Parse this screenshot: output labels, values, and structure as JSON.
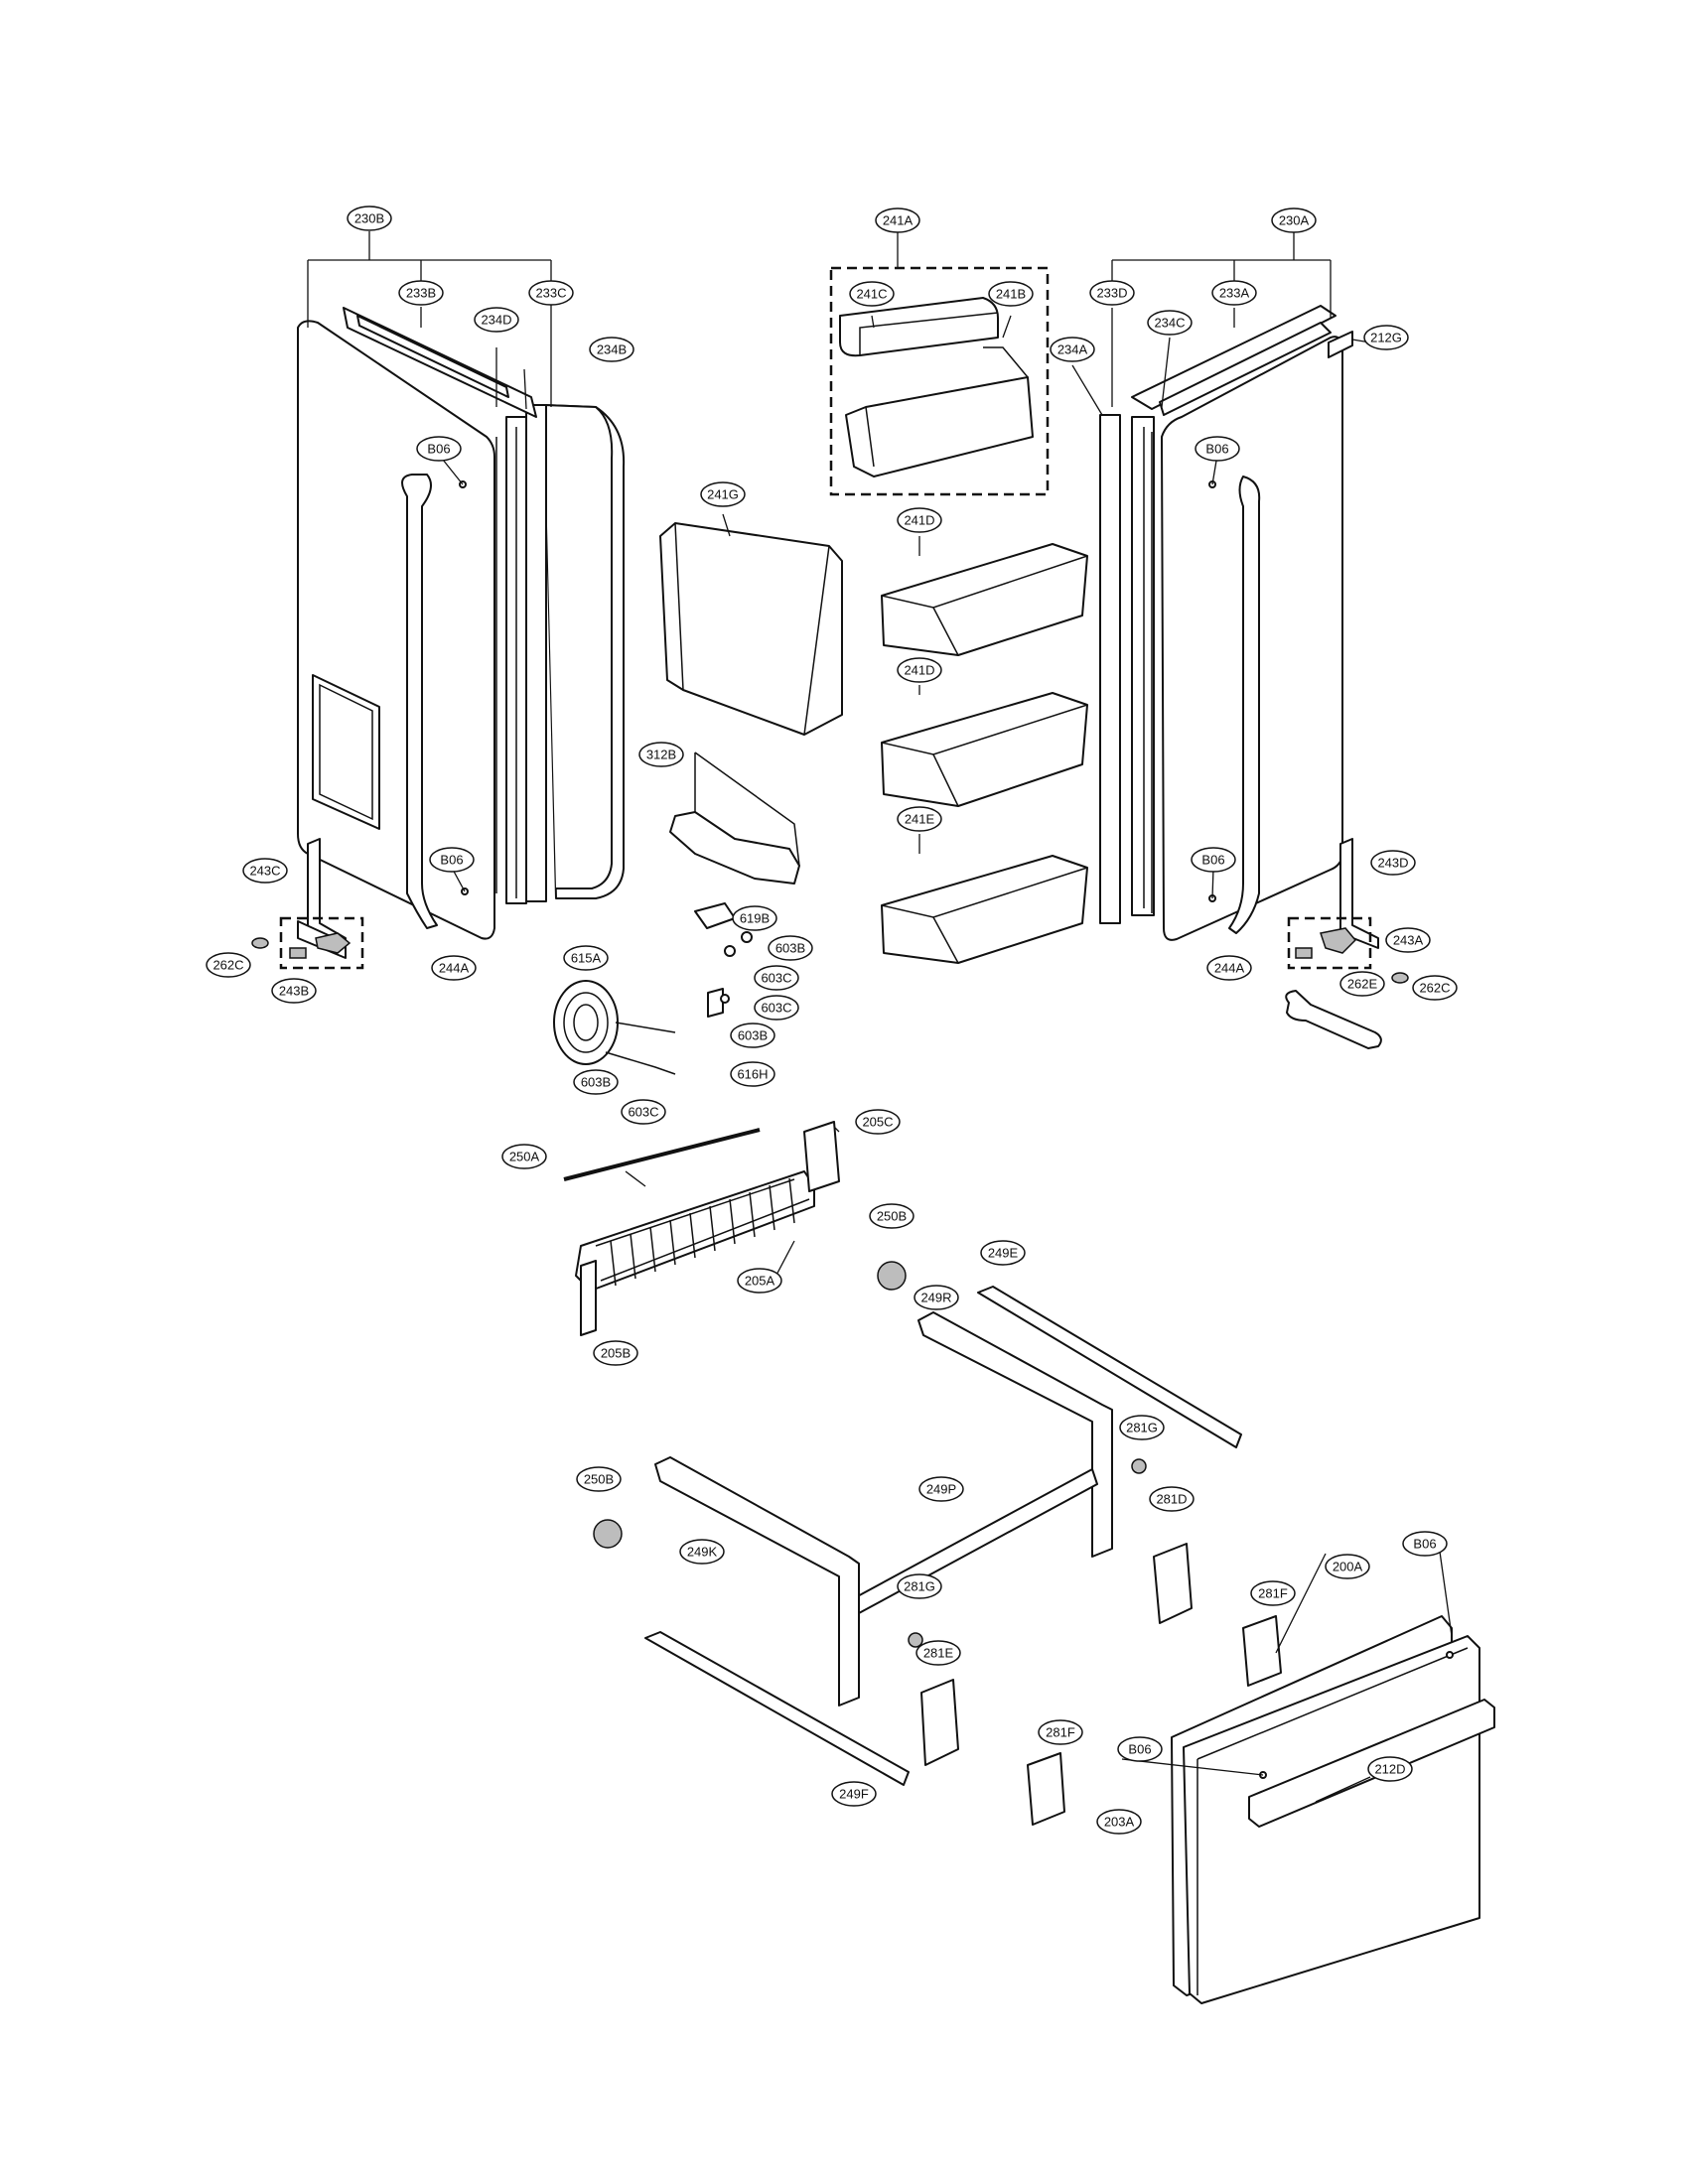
{
  "callouts": {
    "c230B": "230B",
    "c233B": "233B",
    "c233C": "233C",
    "c234D": "234D",
    "c234B": "234B",
    "cB06_a": "B06",
    "cB06_b": "B06",
    "c243C": "243C",
    "c262C_l": "262C",
    "c243B": "243B",
    "c244A_l": "244A",
    "c241A": "241A",
    "c241C": "241C",
    "c241B": "241B",
    "c241G": "241G",
    "c241D_a": "241D",
    "c241D_b": "241D",
    "c241E": "241E",
    "c312B": "312B",
    "c619B": "619B",
    "c603B_a": "603B",
    "c603C_a": "603C",
    "c603C_b": "603C",
    "c603B_b": "603B",
    "c616H": "616H",
    "c615A": "615A",
    "c603B_c": "603B",
    "c603C_c": "603C",
    "c230A": "230A",
    "c233D": "233D",
    "c233A": "233A",
    "c234C": "234C",
    "c234A": "234A",
    "c212G": "212G",
    "cB06_c": "B06",
    "cB06_d": "B06",
    "c243D": "243D",
    "c243A": "243A",
    "c262E": "262E",
    "c262C_r": "262C",
    "c244A_r": "244A",
    "c250A": "250A",
    "c205C": "205C",
    "c205A": "205A",
    "c205B": "205B",
    "c250B_a": "250B",
    "c249E": "249E",
    "c249R": "249R",
    "c281G_a": "281G",
    "c250B_b": "250B",
    "c249P": "249P",
    "c281D": "281D",
    "c249K": "249K",
    "c281G_b": "281G",
    "c281F_a": "281F",
    "cB06_e": "B06",
    "c200A": "200A",
    "c281E": "281E",
    "c281F_b": "281F",
    "cB06_f": "B06",
    "c212D": "212D",
    "c249F": "249F",
    "c203A": "203A"
  }
}
